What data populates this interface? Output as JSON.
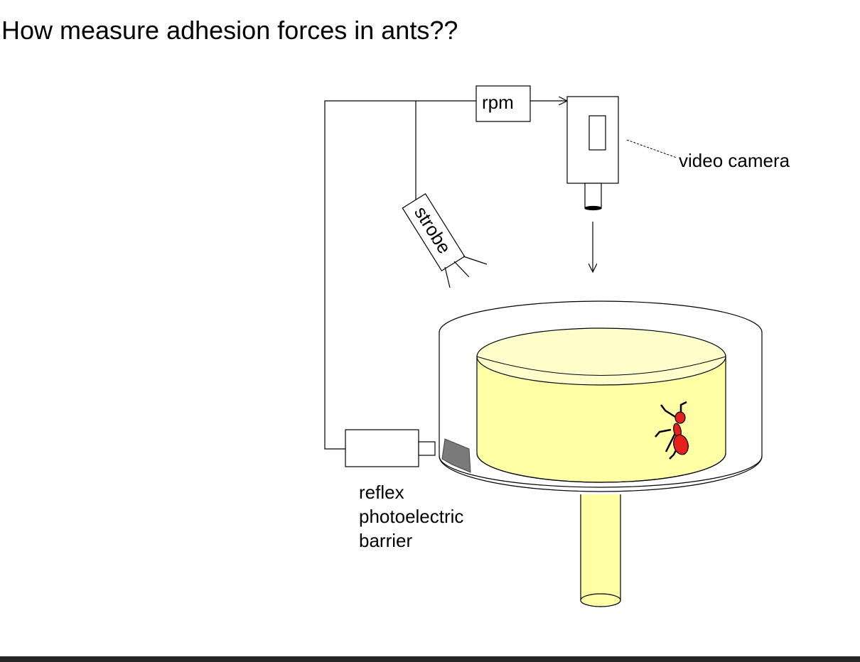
{
  "title": "How measure adhesion forces in ants??",
  "labels": {
    "rpm": "rpm",
    "strobe": "strobe",
    "video_camera": "video camera",
    "barrier_lines": [
      "reflex",
      "photoelectric",
      "barrier"
    ]
  },
  "colors": {
    "drum_fill": "#ffffa6",
    "drum_top": "#ffffcc",
    "ant": "#e8201c",
    "reflector": "#7a7a7a",
    "footer_bar": "#262626"
  }
}
